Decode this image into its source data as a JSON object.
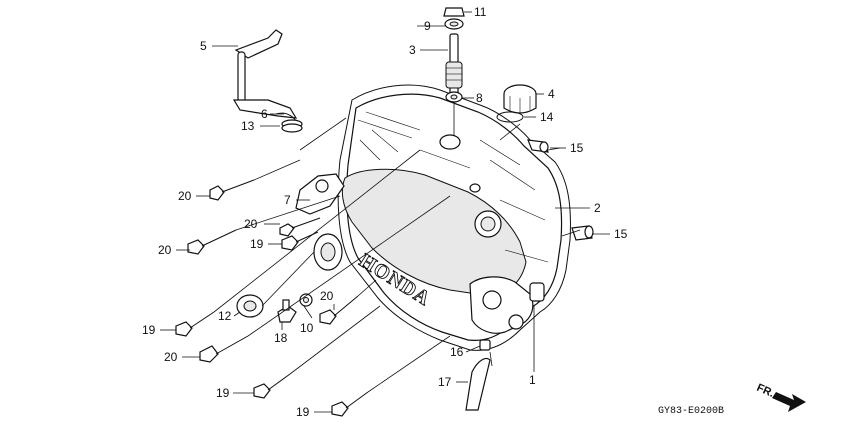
{
  "diagram": {
    "brand_text": "HONDA",
    "diagram_code": "GY83-E0200B",
    "direction_label": "FR.",
    "callouts": {
      "c1": "1",
      "c2": "2",
      "c3": "3",
      "c4": "4",
      "c5": "5",
      "c6": "6",
      "c7": "7",
      "c8": "8",
      "c9": "9",
      "c10": "10",
      "c11": "11",
      "c12": "12",
      "c13": "13",
      "c14": "14",
      "c15a": "15",
      "c15b": "15",
      "c16": "16",
      "c17": "17",
      "c18": "18",
      "c19a": "19",
      "c19b": "19",
      "c19c": "19",
      "c19d": "19",
      "c20a": "20",
      "c20b": "20",
      "c20c": "20",
      "c20d": "20",
      "c20e": "20"
    }
  }
}
